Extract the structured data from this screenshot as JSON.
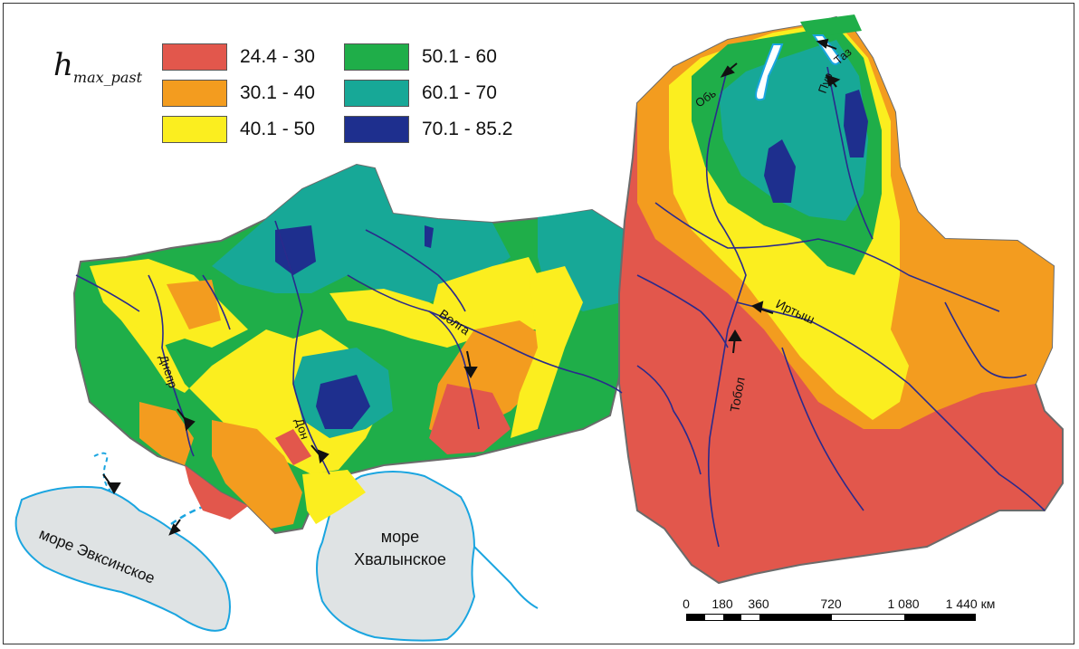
{
  "legend": {
    "title_main": "h",
    "title_sub": "max_past",
    "items": [
      {
        "label": "24.4 - 30",
        "color": "#e2574c"
      },
      {
        "label": "30.1 - 40",
        "color": "#f39c1f"
      },
      {
        "label": "40.1 - 50",
        "color": "#fbee1f"
      },
      {
        "label": "50.1 - 60",
        "color": "#1fae49"
      },
      {
        "label": "60.1 - 70",
        "color": "#17a897"
      },
      {
        "label": "70.1 - 85.2",
        "color": "#1e2f8e"
      }
    ]
  },
  "rivers": {
    "dnepr": "Днепр",
    "don": "Дон",
    "volga": "Волга",
    "ob": "Обь",
    "pur": "Пур",
    "taz": "Таз",
    "irtysh": "Иртыш",
    "tobol": "Тобол"
  },
  "seas": {
    "euxine": "море Эвксинское",
    "khvalyn_1": "море",
    "khvalyn_2": "Хвалынское"
  },
  "scale": {
    "ticks": [
      "0",
      "180",
      "360",
      "720",
      "1 080",
      "1 440 км"
    ]
  },
  "colors": {
    "sea_fill": "#dfe3e4",
    "sea_outline": "#1aa5e0",
    "river": "#2a2a8c",
    "boundary": "#6b6b6b"
  }
}
